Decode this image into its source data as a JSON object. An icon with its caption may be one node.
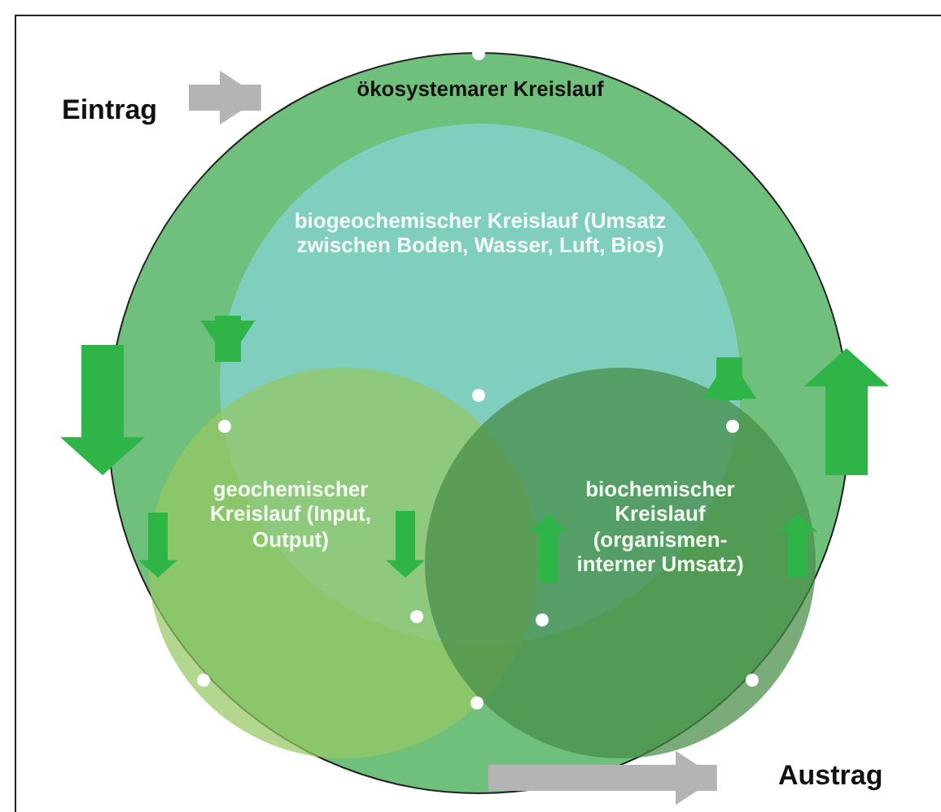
{
  "diagram": {
    "nodes": [
      {
        "text": [
          "Eintrag"
        ]
      },
      {
        "text": [
          "ökosystemarer Kreislauf"
        ]
      },
      {
        "text": [
          "biogeochemischer Kreislauf (Umsatz zwischen Boden, Wasser, Luft, Bios)"
        ],
        "in": 1
      },
      {
        "text": [
          "geochemischer Kreislauf (Input, Output)"
        ],
        "in": 1
      },
      {
        "text": [
          "biochemischer Kreislauf (organismen-interner Umsatz)"
        ],
        "in": 1
      },
      {
        "text": [
          "Austrag"
        ]
      }
    ],
    "edges": [
      {
        "from": 0,
        "to": 1,
        "arrow": "to"
      },
      {
        "from": 1,
        "to": 5,
        "arrow": "to"
      },
      {
        "from": 2,
        "to": 3,
        "arrow": "to",
        "color": "#2fb448"
      },
      {
        "from": 4,
        "to": 2,
        "arrow": "to",
        "color": "#2fb448"
      }
    ]
  }
}
